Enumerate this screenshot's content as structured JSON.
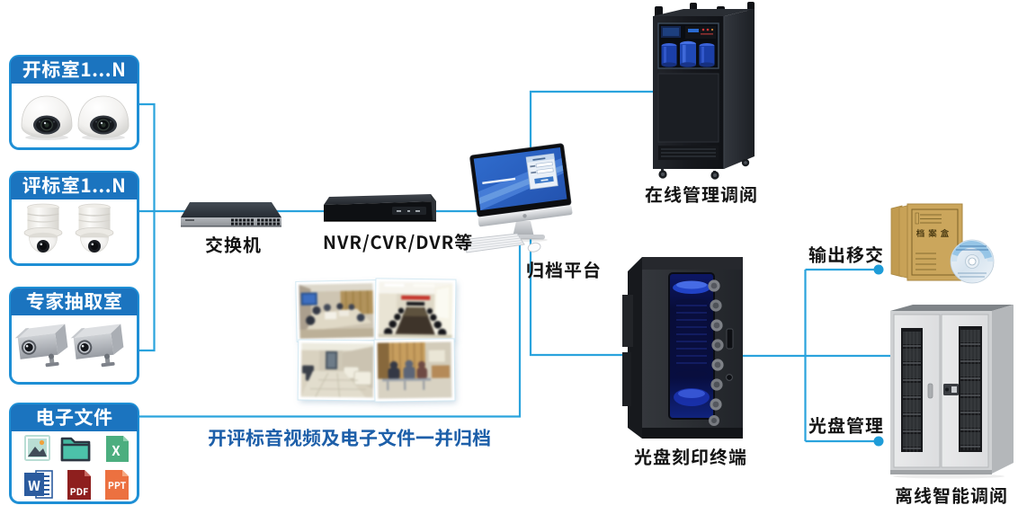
{
  "palette": {
    "line": "#2aa3dd",
    "endpoint_dot": "#1e9cd8",
    "box_border": "#1e8fd5",
    "box_header": "#1b74bf",
    "box_header_text": "#ffffff",
    "device_label_text": "#141414",
    "note_text": "#1d5fa9"
  },
  "source_boxes": [
    {
      "label": "开标室1...N",
      "device": "dome-camera",
      "device_count": 2
    },
    {
      "label": "评标室1...N",
      "device": "ptz-dome-camera",
      "device_count": 2
    },
    {
      "label": "专家抽取室",
      "device": "bullet-camera",
      "device_count": 2
    },
    {
      "label": "电子文件",
      "device": "file-icons",
      "file_types": [
        "image",
        "folder",
        "excel",
        "word",
        "pdf",
        "ppt"
      ]
    }
  ],
  "file_icon_labels": {
    "excel": "X",
    "word": "W",
    "pdf": "PDF",
    "ppt": "PPT"
  },
  "nodes": {
    "switch": {
      "label": "交换机"
    },
    "nvr": {
      "label": "NVR/CVR/DVR等"
    },
    "archive_platform": {
      "label": "归档平台"
    },
    "online_cabinet": {
      "label": "在线管理调阅"
    },
    "disc_tower": {
      "label": "光盘刻印终端"
    },
    "offline_cabinet": {
      "label": "离线智能调阅"
    },
    "archive_box": {
      "label": "档案盒"
    }
  },
  "annotations": {
    "merge_note": "开评标音视频及电子文件一并归档",
    "output_transfer": "输出移交",
    "disc_management": "光盘管理"
  }
}
